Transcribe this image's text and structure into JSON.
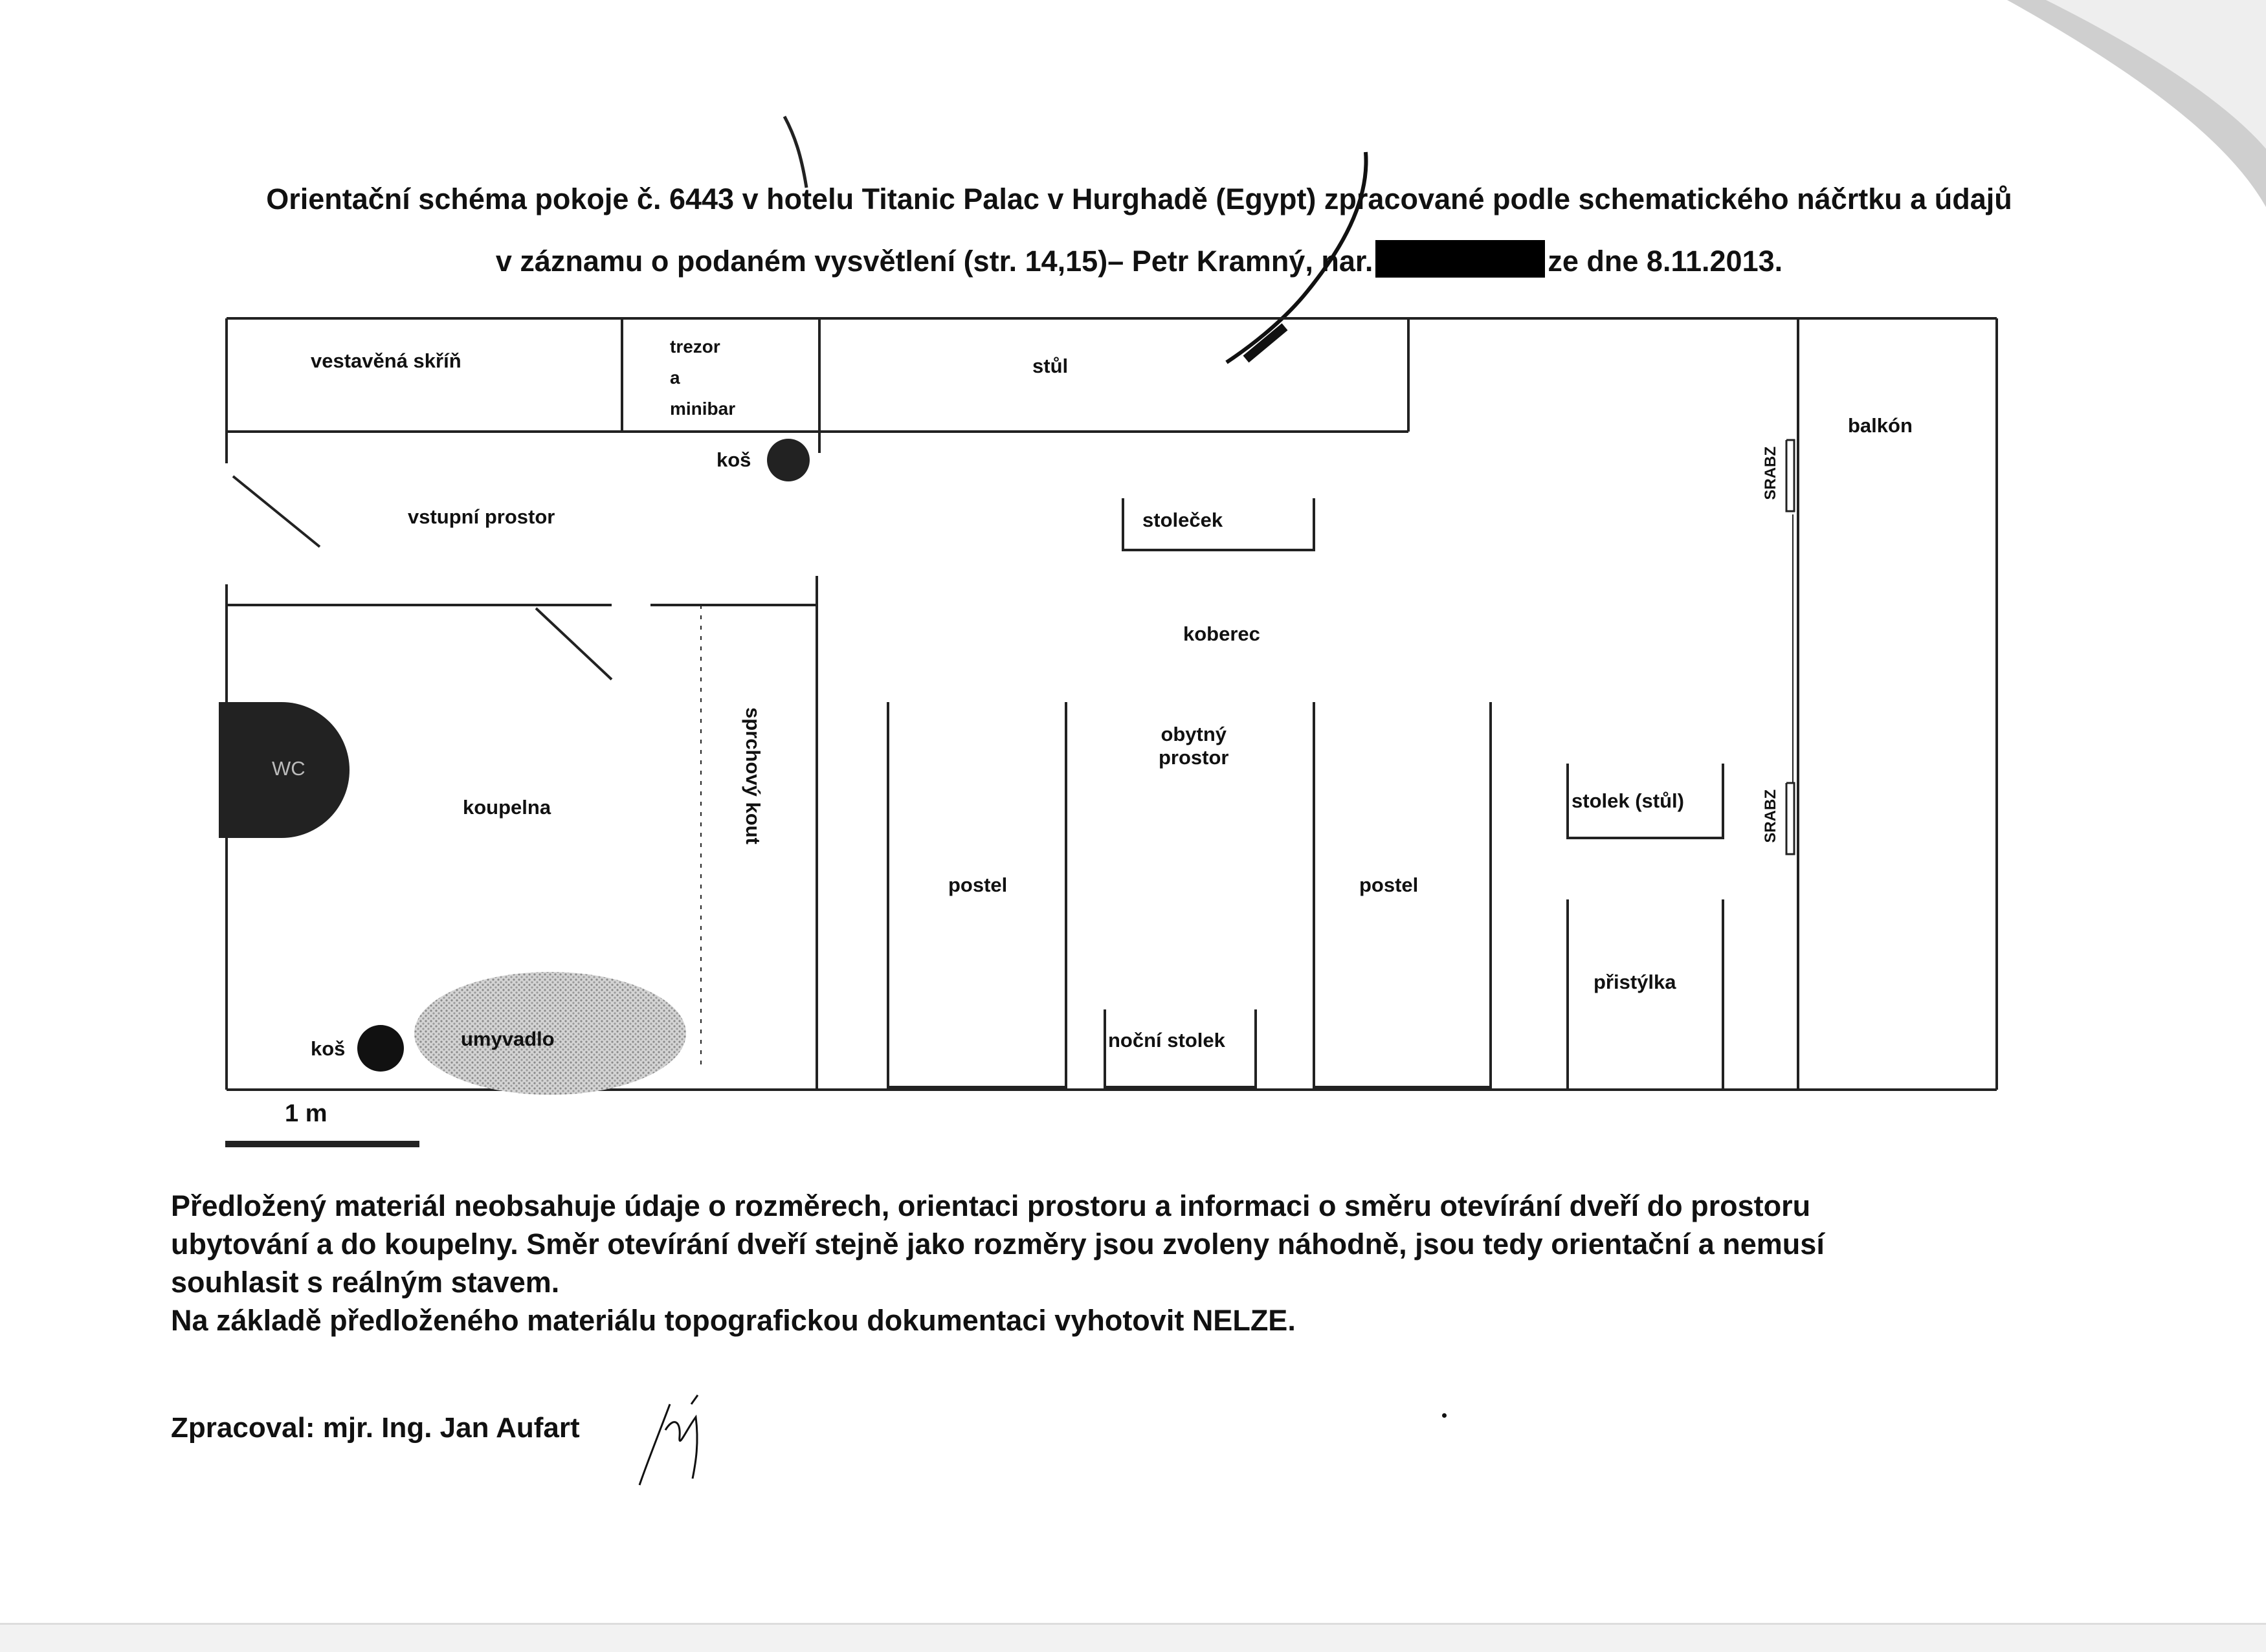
{
  "header": {
    "title_part1": "Orientační schéma pokoje č. 6443 v hotelu Titanic Palac v Hurghadě (Egypt) zpracované podle schematického náčrtku a údajů",
    "title_part2a": "v záznamu o podaném vysvětlení (str. 14,15)– Petr Kramný, nar.",
    "title_part2b": "ze dne 8.11.2013."
  },
  "plan": {
    "wardrobe": "vestavěná skříň",
    "safe": [
      "trezor",
      "a",
      "minibar"
    ],
    "desk": "stůl",
    "bin_top": "koš",
    "entrance": "vstupní prostor",
    "stool": "stoleček",
    "carpet": "koberec",
    "living": [
      "obytný",
      "prostor"
    ],
    "bathroom": "koupelna",
    "wc": "WC",
    "shower": "sprchový kout",
    "bed_left": "postel",
    "bed_right": "postel",
    "night_table": "noční stolek",
    "side_table": "stolek (stůl)",
    "extra_bed": "přistýlka",
    "balcony": "balkón",
    "door_top": "SRABZ",
    "door_bottom": "SRABZ",
    "sink": "umyvadlo",
    "bin_bottom": "koš",
    "scale": "1 m"
  },
  "notes": {
    "line1": "Předložený materiál neobsahuje údaje o rozměrech, orientaci prostoru a informaci o směru otevírání dveří do prostoru",
    "line2": "ubytování a do koupelny. Směr otevírání dveří stejně jako rozměry jsou zvoleny náhodně, jsou tedy orientační a nemusí",
    "line3": "souhlasit s reálným stavem.",
    "line4": "Na základě předloženého materiálu topografickou dokumentaci vyhotovit NELZE."
  },
  "footer": {
    "prepared_by": "Zpracoval: mjr. Ing. Jan Aufart"
  }
}
